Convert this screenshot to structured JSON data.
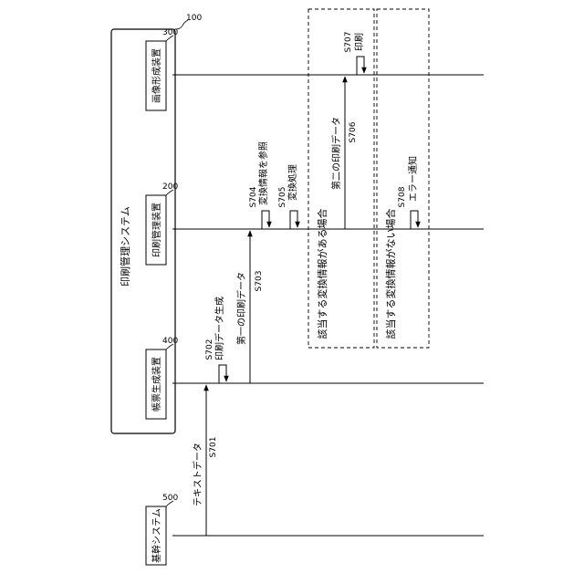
{
  "system": {
    "ref": "100",
    "label": "印刷管理システム"
  },
  "devices": {
    "image_forming": {
      "ref": "300",
      "label": "画像形成装置"
    },
    "print_mgmt": {
      "ref": "200",
      "label": "印刷管理装置"
    },
    "form_gen": {
      "ref": "400",
      "label": "帳票生成装置"
    },
    "core": {
      "ref": "500",
      "label": "基幹システム"
    }
  },
  "steps": {
    "s701": {
      "id": "S701",
      "label": "テキストデータ"
    },
    "s702": {
      "id": "S702",
      "label": "印刷データ生成"
    },
    "s703": {
      "id": "S703",
      "label": "第一の印刷データ"
    },
    "s704": {
      "id": "S704",
      "label": "変換情報を参照"
    },
    "s705": {
      "id": "S705",
      "label": "変換処理"
    },
    "s706": {
      "id": "S706",
      "label": "第二の印刷データ"
    },
    "s707": {
      "id": "S707",
      "label": "印刷"
    },
    "s708": {
      "id": "S708",
      "label": "エラー通知"
    }
  },
  "cases": {
    "with_info": "該当する変換情報がある場合",
    "without_info": "該当する変換情報がない場合"
  }
}
